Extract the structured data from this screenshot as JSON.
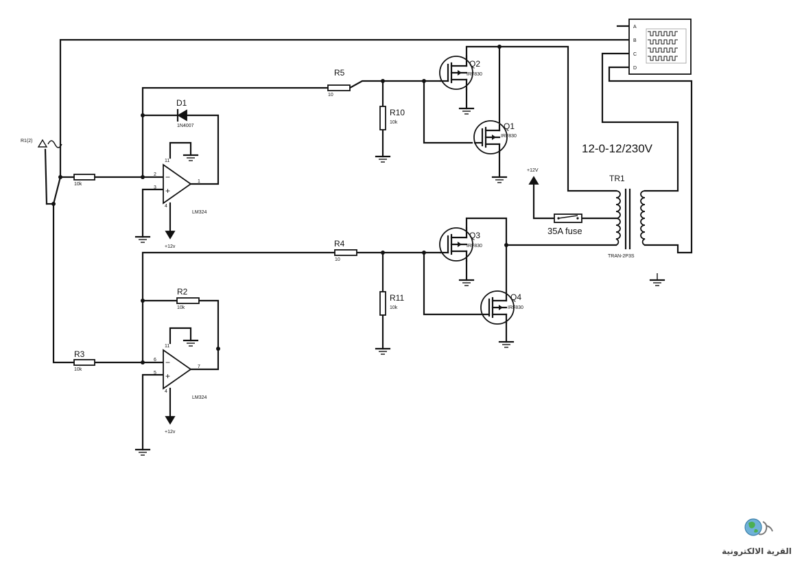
{
  "diagram": {
    "title": "12-0-12/230V",
    "transformer": {
      "ref": "TR1",
      "model": "TRAN-2P3S"
    },
    "fuse": {
      "label": "35A fuse"
    },
    "supply": "+12V",
    "sensor": {
      "ref": "R1(2)"
    },
    "scope": {
      "pins": [
        "A",
        "B",
        "C",
        "D"
      ]
    },
    "opamps": [
      {
        "part": "LM324",
        "supply": "+12v",
        "pins": {
          "inv": "2",
          "noninv": "3",
          "out": "1",
          "vcc": "11",
          "gnd": "4"
        }
      },
      {
        "part": "LM324",
        "supply": "+12v",
        "pins": {
          "inv": "6",
          "noninv": "5",
          "out": "7",
          "vcc": "11",
          "gnd": "4"
        }
      }
    ],
    "diode": {
      "ref": "D1",
      "part": "1N4007"
    },
    "resistors": {
      "r5": {
        "ref": "R5",
        "value": "10"
      },
      "r4": {
        "ref": "R4",
        "value": "10"
      },
      "r10": {
        "ref": "R10",
        "value": "10k"
      },
      "r11": {
        "ref": "R11",
        "value": "10k"
      },
      "r2": {
        "ref": "R2",
        "value": "10k"
      },
      "r3": {
        "ref": "R3",
        "value": "10k"
      },
      "rin": {
        "value": "10k"
      }
    },
    "mosfets": [
      {
        "ref": "Q2",
        "part": "IRF830"
      },
      {
        "ref": "Q1",
        "part": "IRF830"
      },
      {
        "ref": "Q3",
        "part": "IRF830"
      },
      {
        "ref": "Q4",
        "part": "IRF830"
      }
    ]
  },
  "watermark": {
    "text": "القرية الالكترونية"
  }
}
